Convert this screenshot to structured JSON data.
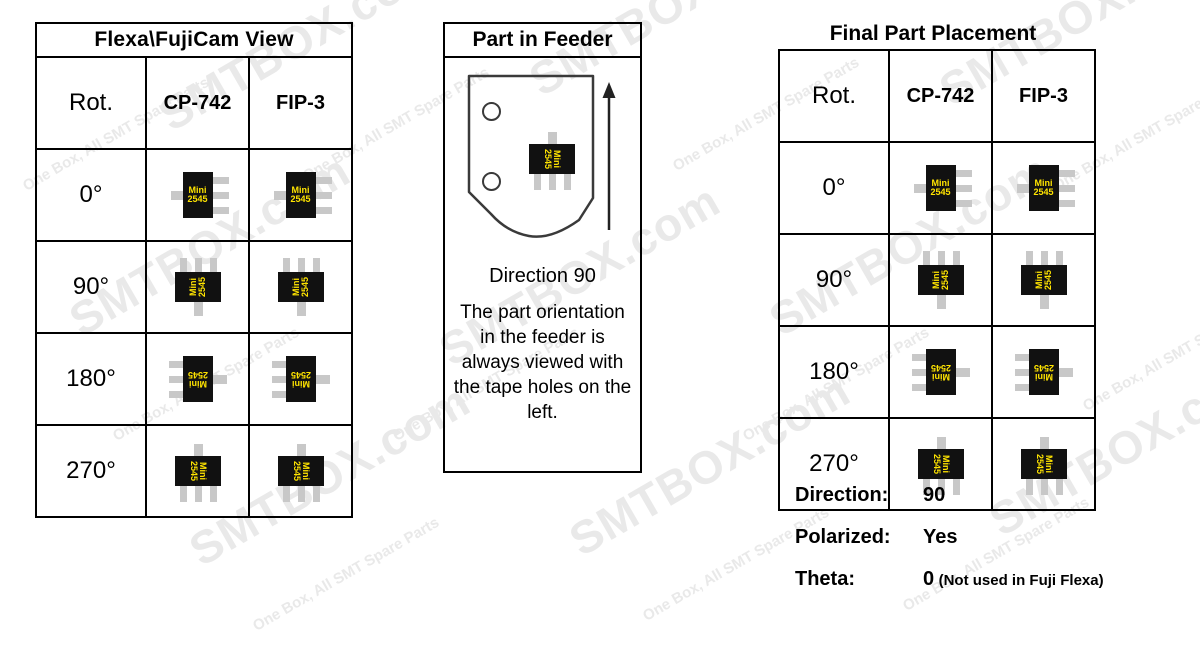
{
  "watermarks": {
    "brand": "SMTBOX.com",
    "tagline": "One Box, All SMT Spare Parts"
  },
  "part": {
    "line1": "Mini",
    "line2": "2545",
    "body_color": "#111111",
    "text_color": "#ffe400",
    "pin_color": "#c8c8c8"
  },
  "left_table": {
    "title": "Flexa\\FujiCam View",
    "columns": [
      "Rot.",
      "CP-742",
      "FIP-3"
    ],
    "rows": [
      {
        "rot": "0°",
        "cp742": "0",
        "fip3": "0"
      },
      {
        "rot": "90°",
        "cp742": "90",
        "fip3": "90"
      },
      {
        "rot": "180°",
        "cp742": "180",
        "fip3": "180"
      },
      {
        "rot": "270°",
        "cp742": "270",
        "fip3": "270"
      }
    ]
  },
  "feeder_panel": {
    "title": "Part in Feeder",
    "direction_label": "Direction 90",
    "part_orientation": "270",
    "tape_holes": 2,
    "note": "The part orientation in the feeder is always viewed with the tape holes on the left."
  },
  "right_table": {
    "title": "Final Part Placement",
    "columns": [
      "Rot.",
      "CP-742",
      "FIP-3"
    ],
    "rows": [
      {
        "rot": "0°",
        "cp742": "0",
        "fip3": "0"
      },
      {
        "rot": "90°",
        "cp742": "90",
        "fip3": "90"
      },
      {
        "rot": "180°",
        "cp742": "180",
        "fip3": "180"
      },
      {
        "rot": "270°",
        "cp742": "270",
        "fip3": "270"
      }
    ]
  },
  "properties": [
    {
      "label": "Direction:",
      "value": "90",
      "note": ""
    },
    {
      "label": "Polarized:",
      "value": "Yes",
      "note": ""
    },
    {
      "label": "Theta:",
      "value": "0",
      "note": "(Not used in Fuji Flexa)"
    }
  ]
}
